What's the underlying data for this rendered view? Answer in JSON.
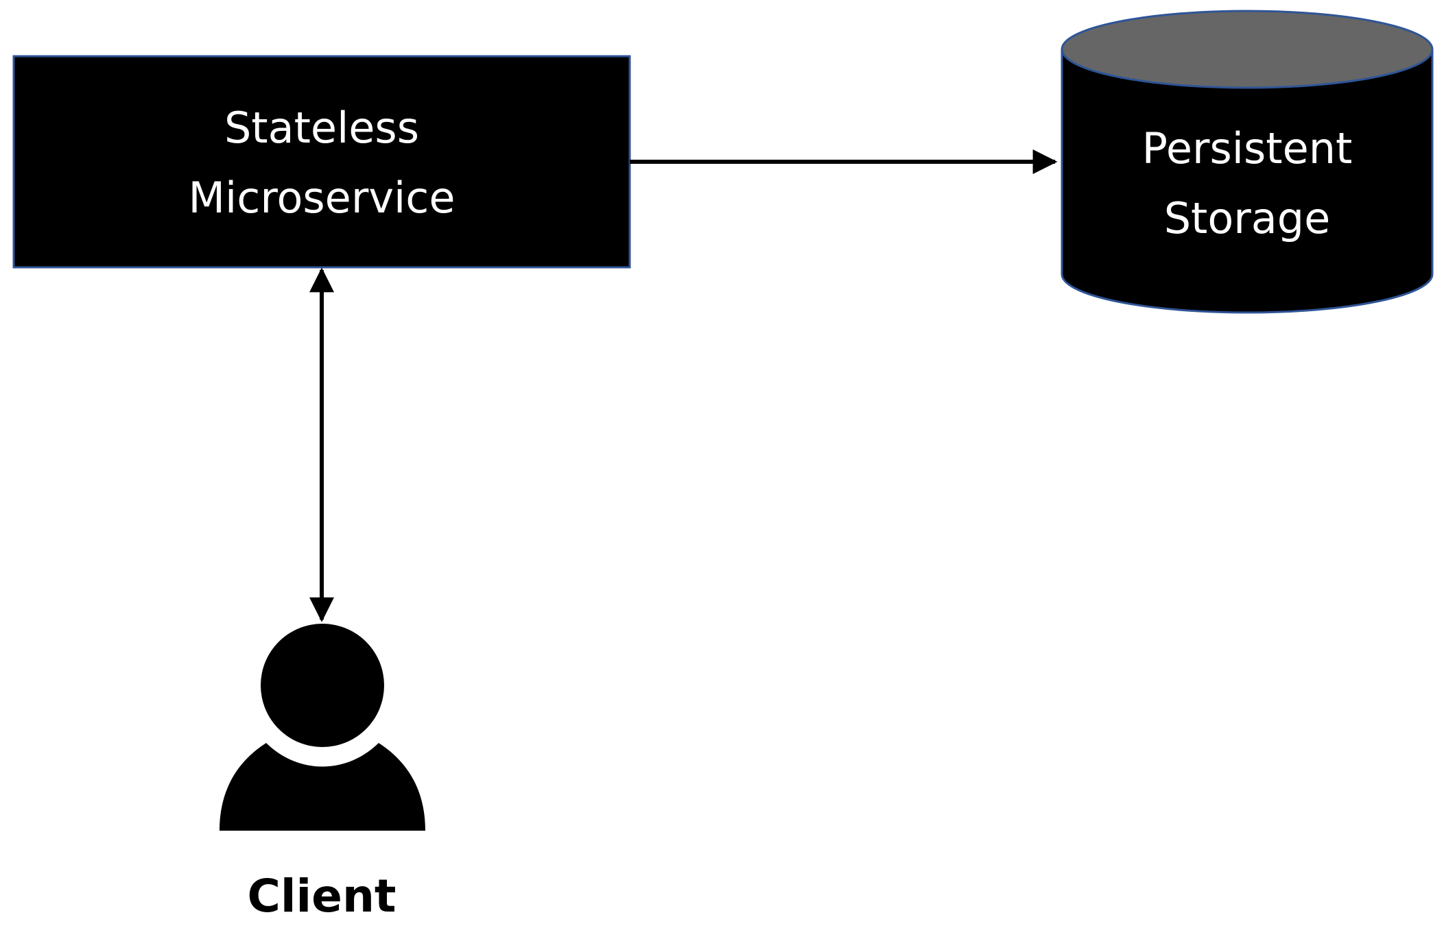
{
  "diagram": {
    "nodes": {
      "microservice": {
        "label_line1": "Stateless",
        "label_line2": "Microservice"
      },
      "storage": {
        "label_line1": "Persistent",
        "label_line2": "Storage"
      },
      "client": {
        "label": "Client"
      }
    },
    "colors": {
      "node_fill": "#000000",
      "node_border": "#2f5597",
      "cylinder_top": "#666666",
      "node_text": "#ffffff",
      "connector": "#000000",
      "background": "#ffffff"
    },
    "edges": [
      {
        "from": "microservice",
        "to": "storage",
        "direction": "one-way"
      },
      {
        "from": "microservice",
        "to": "client",
        "direction": "two-way"
      }
    ]
  }
}
